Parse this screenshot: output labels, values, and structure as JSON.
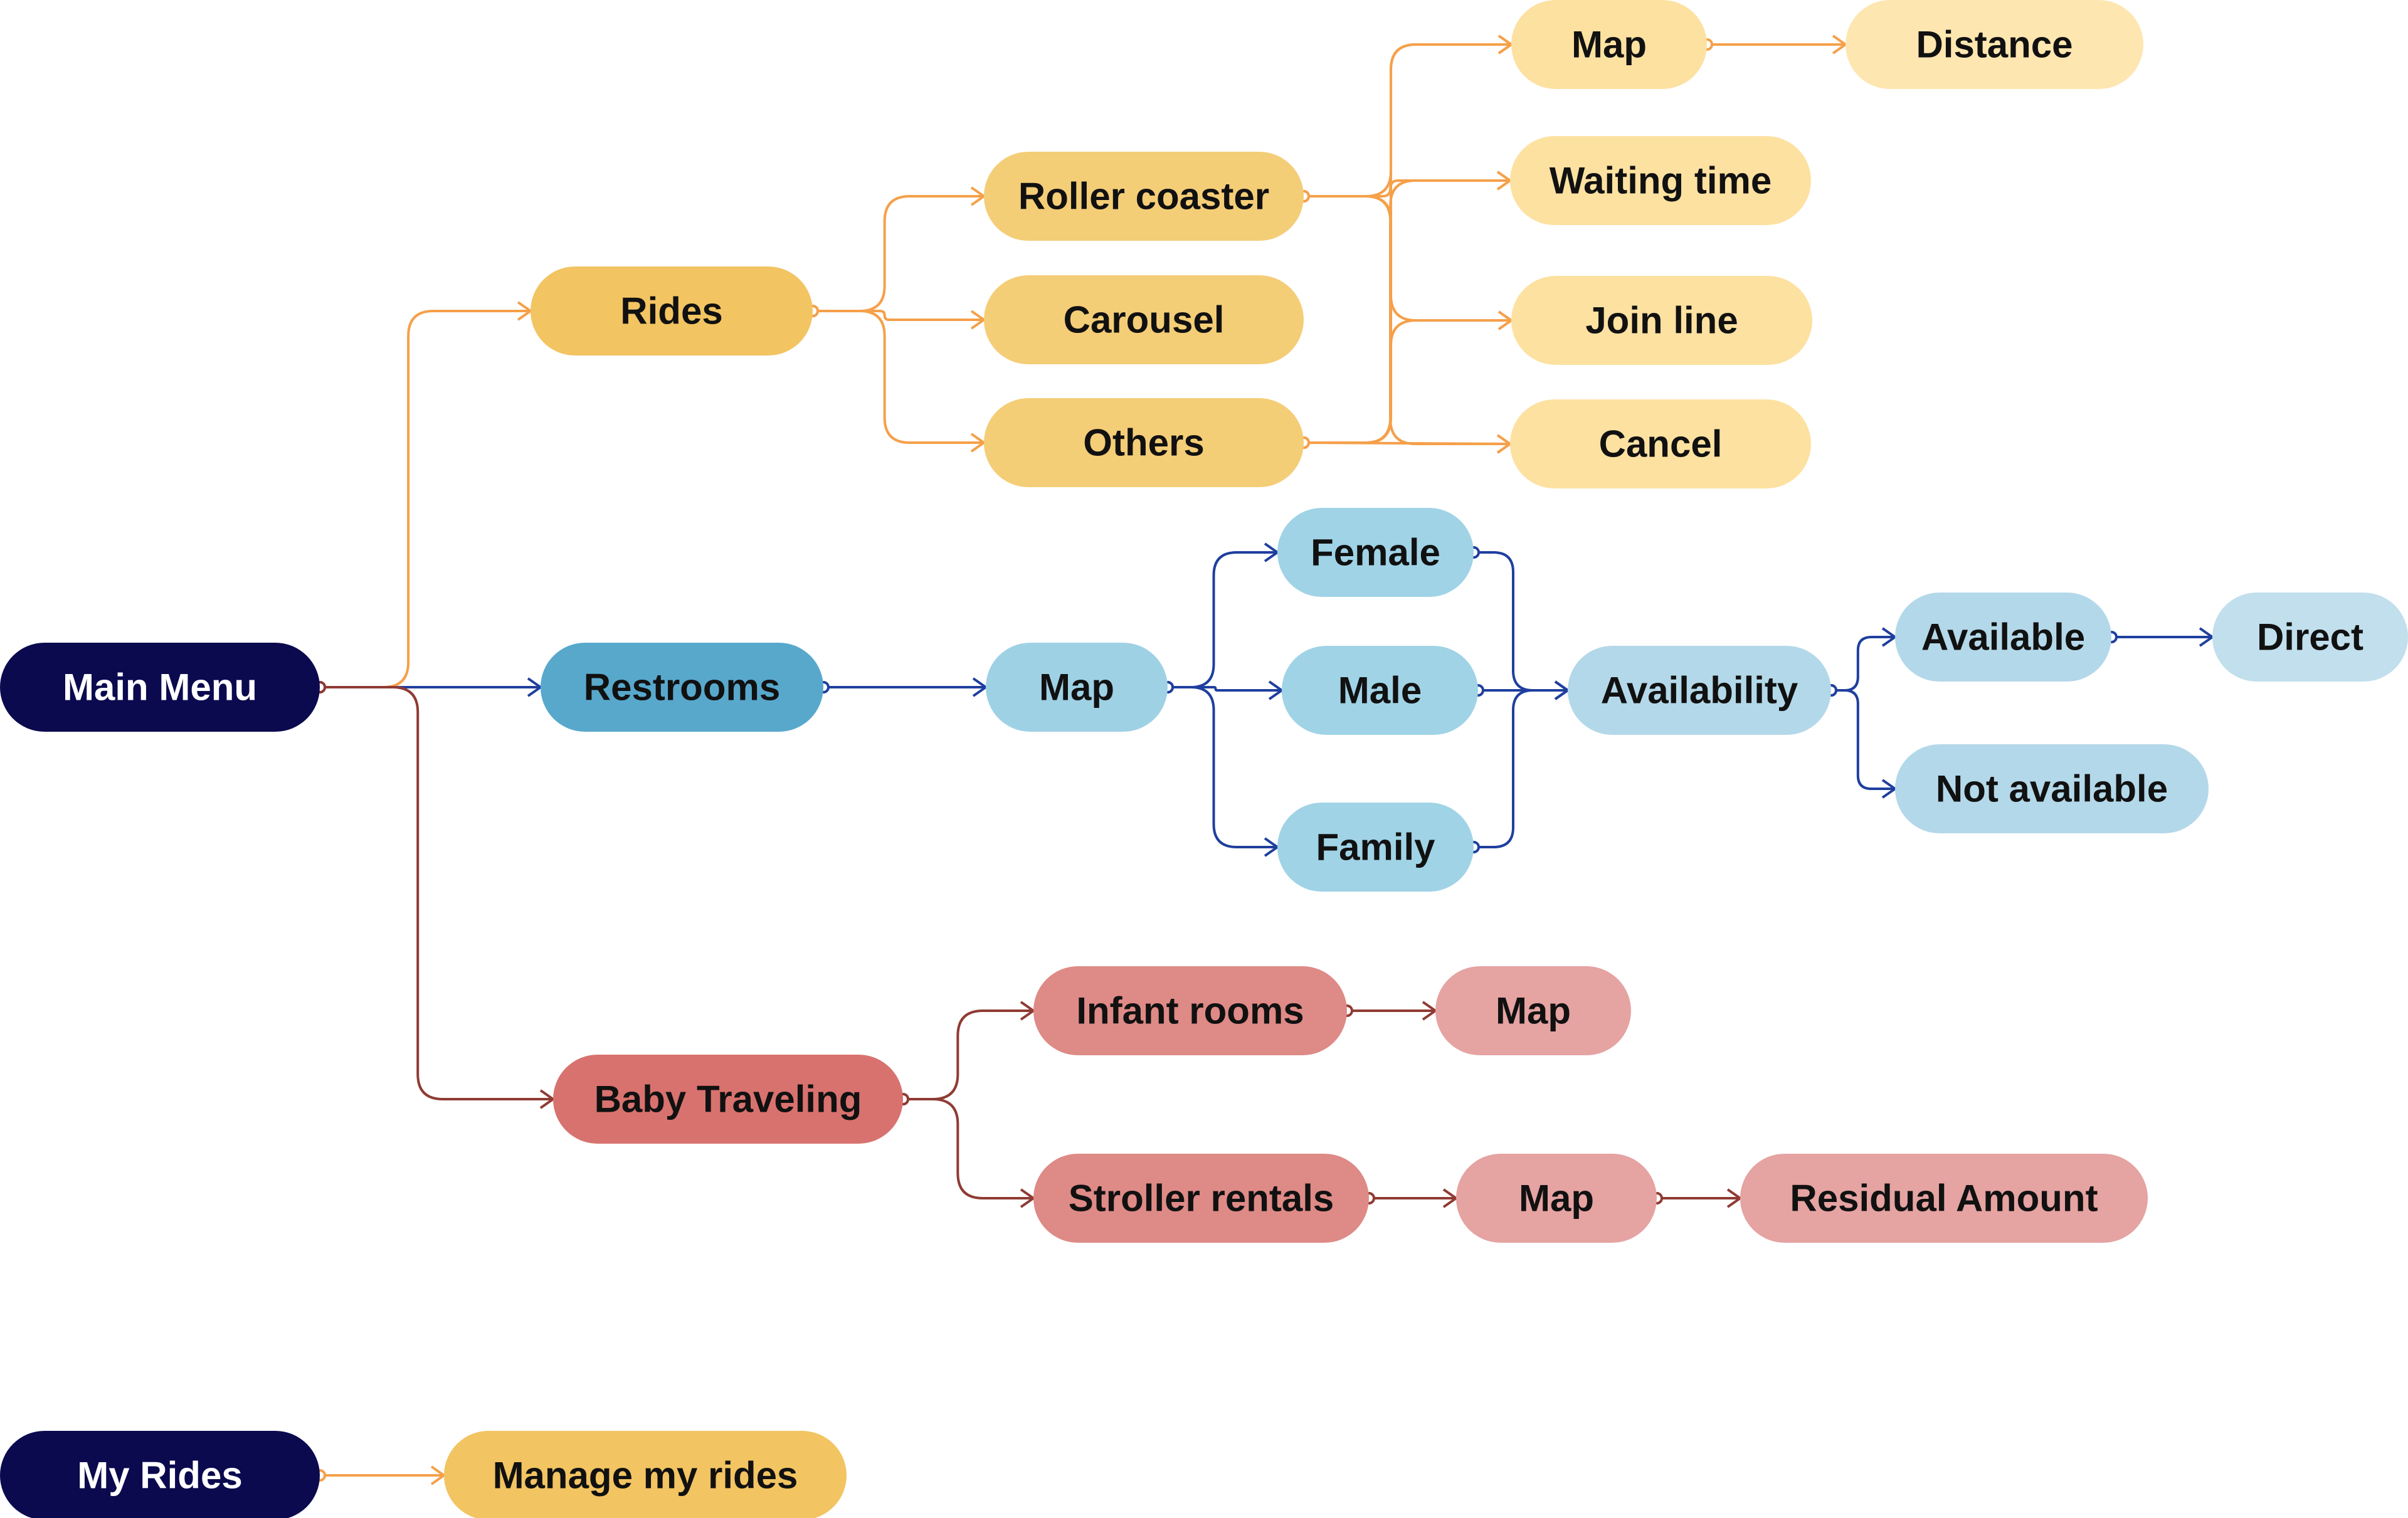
{
  "colors": {
    "navy": "#0b0a4f",
    "orange_line": "#f5a04a",
    "blue_line": "#1f3f9e",
    "red_line": "#8f3b33",
    "rides_main": "#f2c462",
    "rides_mid": "#f4cd77",
    "rides_light": "#fde1a1",
    "rest_main": "#58a8cc",
    "rest_mid": "#a0d3e6",
    "rest_light": "#b3d8e9",
    "rest_lightest": "#c1dfec",
    "baby_main": "#d8726e",
    "baby_mid": "#de8a86",
    "baby_light": "#e5a3a2"
  },
  "nodes": [
    {
      "id": "main-menu",
      "label": "Main Menu",
      "fill": "#0b0a4f",
      "text": "#ffffff"
    },
    {
      "id": "my-rides",
      "label": "My Rides",
      "fill": "#0b0a4f",
      "text": "#ffffff"
    },
    {
      "id": "manage-my-rides",
      "label": "Manage my rides",
      "fill": "#f2c462",
      "text": "#111111"
    },
    {
      "id": "rides",
      "label": "Rides",
      "fill": "#f2c462",
      "text": "#111111"
    },
    {
      "id": "roller-coaster",
      "label": "Roller coaster",
      "fill": "#f4cd77",
      "text": "#111111"
    },
    {
      "id": "carousel",
      "label": "Carousel",
      "fill": "#f4cd77",
      "text": "#111111"
    },
    {
      "id": "others",
      "label": "Others",
      "fill": "#f4cd77",
      "text": "#111111"
    },
    {
      "id": "rides-map",
      "label": "Map",
      "fill": "#fde1a1",
      "text": "#111111"
    },
    {
      "id": "distance",
      "label": "Distance",
      "fill": "#fde6b0",
      "text": "#111111"
    },
    {
      "id": "waiting-time",
      "label": "Waiting time",
      "fill": "#fde1a1",
      "text": "#111111"
    },
    {
      "id": "join-line",
      "label": "Join line",
      "fill": "#fde1a1",
      "text": "#111111"
    },
    {
      "id": "cancel",
      "label": "Cancel",
      "fill": "#fde1a1",
      "text": "#111111"
    },
    {
      "id": "restrooms",
      "label": "Restrooms",
      "fill": "#58a8cc",
      "text": "#111111"
    },
    {
      "id": "restrooms-map",
      "label": "Map",
      "fill": "#9fd1e5",
      "text": "#111111"
    },
    {
      "id": "female",
      "label": "Female",
      "fill": "#a0d3e6",
      "text": "#111111"
    },
    {
      "id": "male",
      "label": "Male",
      "fill": "#a0d3e6",
      "text": "#111111"
    },
    {
      "id": "family",
      "label": "Family",
      "fill": "#a0d3e6",
      "text": "#111111"
    },
    {
      "id": "availability",
      "label": "Availability",
      "fill": "#b3d8e9",
      "text": "#111111"
    },
    {
      "id": "available",
      "label": "Available",
      "fill": "#b3d8e9",
      "text": "#111111"
    },
    {
      "id": "direct",
      "label": "Direct",
      "fill": "#c1dfec",
      "text": "#111111"
    },
    {
      "id": "not-available",
      "label": "Not available",
      "fill": "#b3d8e9",
      "text": "#111111"
    },
    {
      "id": "baby-traveling",
      "label": "Baby Traveling",
      "fill": "#d8726e",
      "text": "#111111"
    },
    {
      "id": "infant-rooms",
      "label": "Infant rooms",
      "fill": "#de8a86",
      "text": "#111111"
    },
    {
      "id": "infant-map",
      "label": "Map",
      "fill": "#e5a3a2",
      "text": "#111111"
    },
    {
      "id": "stroller-rentals",
      "label": "Stroller rentals",
      "fill": "#de8a86",
      "text": "#111111"
    },
    {
      "id": "stroller-map",
      "label": "Map",
      "fill": "#e5a3a2",
      "text": "#111111"
    },
    {
      "id": "residual-amount",
      "label": "Residual Amount",
      "fill": "#e5a3a2",
      "text": "#111111"
    }
  ],
  "edges": [
    {
      "from": "main-menu",
      "to": "rides",
      "color": "#f5a04a"
    },
    {
      "from": "main-menu",
      "to": "restrooms",
      "color": "#1f3f9e"
    },
    {
      "from": "main-menu",
      "to": "baby-traveling",
      "color": "#8f3b33"
    },
    {
      "from": "my-rides",
      "to": "manage-my-rides",
      "color": "#f5a04a"
    },
    {
      "from": "rides",
      "to": "roller-coaster",
      "color": "#f5a04a"
    },
    {
      "from": "rides",
      "to": "carousel",
      "color": "#f5a04a"
    },
    {
      "from": "rides",
      "to": "others",
      "color": "#f5a04a"
    },
    {
      "from": "roller-coaster",
      "to": "rides-map",
      "color": "#f5a04a"
    },
    {
      "from": "roller-coaster",
      "to": "waiting-time",
      "color": "#f5a04a"
    },
    {
      "from": "roller-coaster",
      "to": "join-line",
      "color": "#f5a04a"
    },
    {
      "from": "roller-coaster",
      "to": "cancel",
      "color": "#f5a04a"
    },
    {
      "from": "others",
      "to": "rides-map",
      "color": "#f5a04a"
    },
    {
      "from": "others",
      "to": "waiting-time",
      "color": "#f5a04a"
    },
    {
      "from": "others",
      "to": "join-line",
      "color": "#f5a04a"
    },
    {
      "from": "others",
      "to": "cancel",
      "color": "#f5a04a"
    },
    {
      "from": "rides-map",
      "to": "distance",
      "color": "#f5a04a"
    },
    {
      "from": "restrooms",
      "to": "restrooms-map",
      "color": "#1f3f9e"
    },
    {
      "from": "restrooms-map",
      "to": "female",
      "color": "#1f3f9e"
    },
    {
      "from": "restrooms-map",
      "to": "male",
      "color": "#1f3f9e"
    },
    {
      "from": "restrooms-map",
      "to": "family",
      "color": "#1f3f9e"
    },
    {
      "from": "female",
      "to": "availability",
      "color": "#1f3f9e"
    },
    {
      "from": "male",
      "to": "availability",
      "color": "#1f3f9e"
    },
    {
      "from": "family",
      "to": "availability",
      "color": "#1f3f9e"
    },
    {
      "from": "availability",
      "to": "available",
      "color": "#1f3f9e"
    },
    {
      "from": "availability",
      "to": "not-available",
      "color": "#1f3f9e"
    },
    {
      "from": "available",
      "to": "direct",
      "color": "#1f3f9e"
    },
    {
      "from": "baby-traveling",
      "to": "infant-rooms",
      "color": "#8f3b33"
    },
    {
      "from": "baby-traveling",
      "to": "stroller-rentals",
      "color": "#8f3b33"
    },
    {
      "from": "infant-rooms",
      "to": "infant-map",
      "color": "#8f3b33"
    },
    {
      "from": "stroller-rentals",
      "to": "stroller-map",
      "color": "#8f3b33"
    },
    {
      "from": "stroller-map",
      "to": "residual-amount",
      "color": "#8f3b33"
    }
  ]
}
